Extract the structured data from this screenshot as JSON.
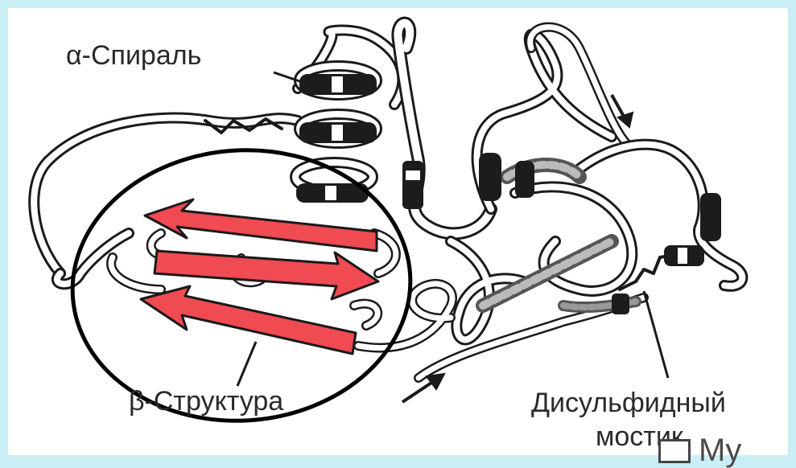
{
  "labels": {
    "alpha_helix": "α-Спираль",
    "beta_structure": "β-Структура",
    "disulfide_line1": "Дисульфидный",
    "disulfide_line2": "мостик"
  },
  "watermark": {
    "text": "My",
    "icon": "slide-icon"
  },
  "colors": {
    "background": "#c9eef4",
    "beta_sheet": "#f04a52",
    "helix_band": "#1c1c1c",
    "outline": "#1a1a1a",
    "highlight_circle": "#000000"
  }
}
